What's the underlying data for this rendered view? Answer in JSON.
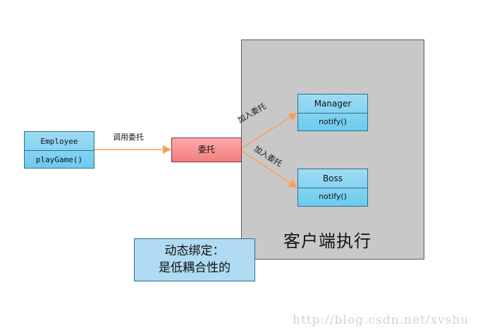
{
  "diagram": {
    "client_area_label": "客户端执行",
    "employee": {
      "name": "Employee",
      "method": "playGame()"
    },
    "delegate": {
      "label": "委托"
    },
    "manager": {
      "name": "Manager",
      "method": "notify()"
    },
    "boss": {
      "name": "Boss",
      "method": "notify()"
    },
    "edges": {
      "employee_to_delegate": "调用委托",
      "delegate_to_manager": "加入委托",
      "delegate_to_boss": "加入委托"
    },
    "note": {
      "line1": "动态绑定：",
      "line2": "是低耦合性的"
    },
    "colors": {
      "arrow": "#f5a05a",
      "class_fill": "#6ccbee",
      "delegate_fill": "#f27f7f",
      "note_fill": "#b0dbf2"
    }
  },
  "watermark": "http://blog.csdn.net/xvshu"
}
